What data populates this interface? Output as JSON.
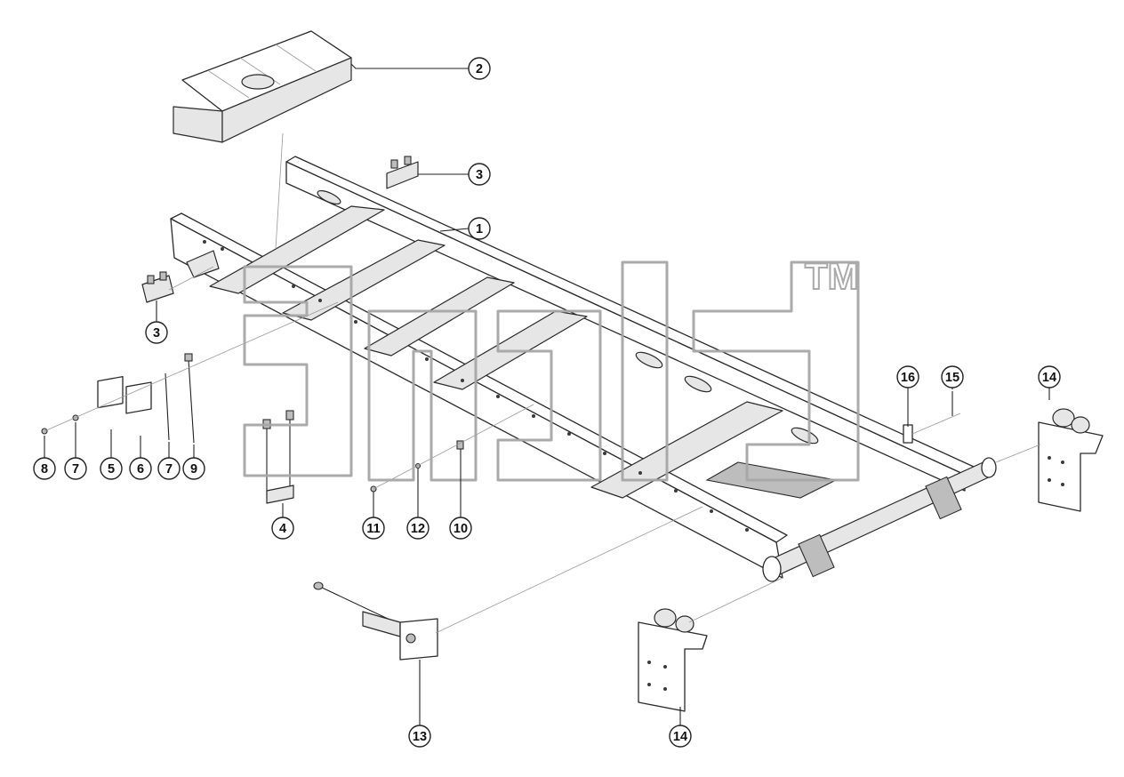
{
  "diagram": {
    "watermark": {
      "trademark": "TM"
    },
    "callouts": [
      {
        "id": "c2",
        "label": "2"
      },
      {
        "id": "c3a",
        "label": "3"
      },
      {
        "id": "c1",
        "label": "1"
      },
      {
        "id": "c3b",
        "label": "3"
      },
      {
        "id": "c16",
        "label": "16"
      },
      {
        "id": "c15",
        "label": "15"
      },
      {
        "id": "c14a",
        "label": "14"
      },
      {
        "id": "c8",
        "label": "8"
      },
      {
        "id": "c7a",
        "label": "7"
      },
      {
        "id": "c5",
        "label": "5"
      },
      {
        "id": "c6",
        "label": "6"
      },
      {
        "id": "c7b",
        "label": "7"
      },
      {
        "id": "c9",
        "label": "9"
      },
      {
        "id": "c4",
        "label": "4"
      },
      {
        "id": "c11",
        "label": "11"
      },
      {
        "id": "c12",
        "label": "12"
      },
      {
        "id": "c10",
        "label": "10"
      },
      {
        "id": "c13",
        "label": "13"
      },
      {
        "id": "c14b",
        "label": "14"
      }
    ]
  }
}
